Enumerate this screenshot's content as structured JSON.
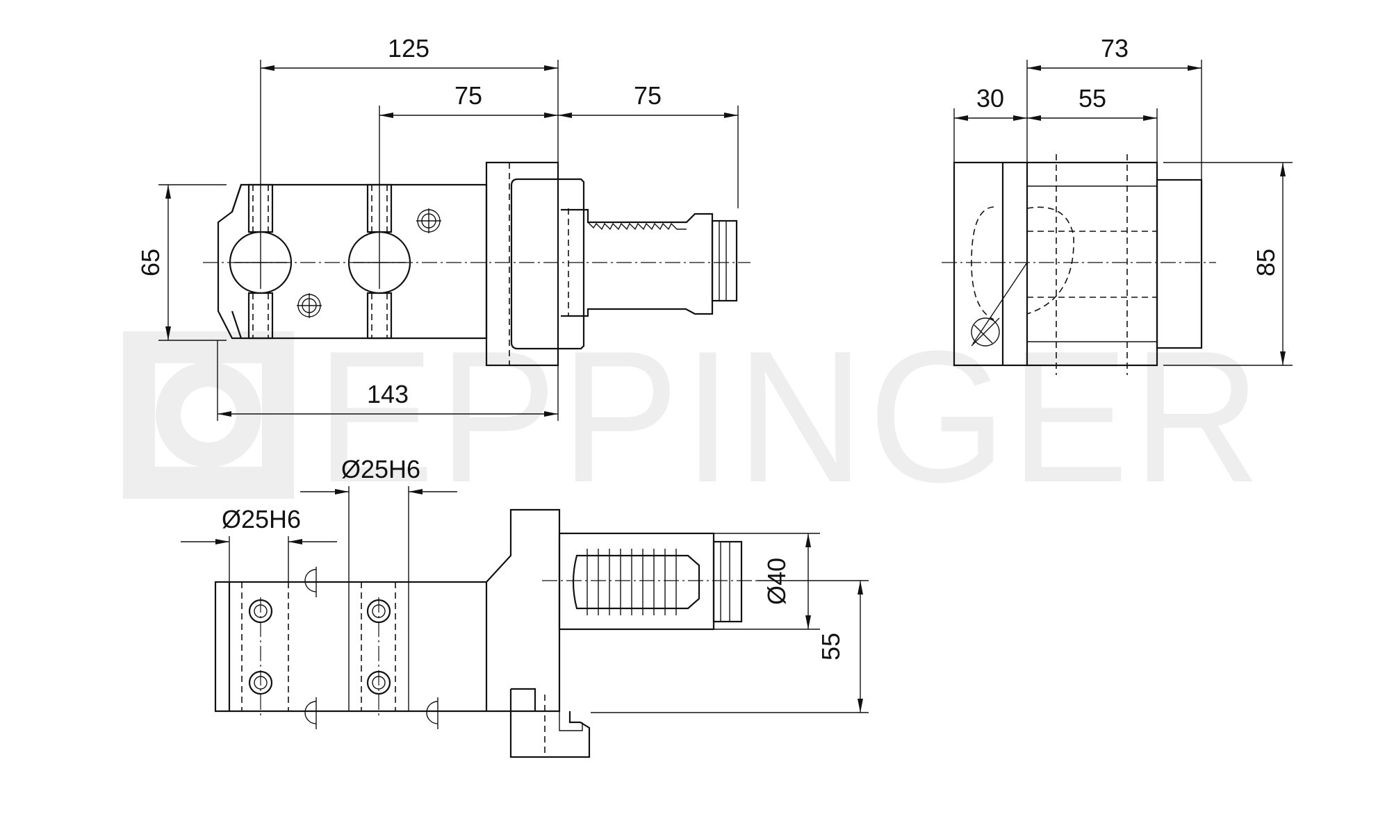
{
  "watermark": {
    "text": "EPPINGER",
    "color": "#eeeeee"
  },
  "colors": {
    "line": "#111111",
    "background": "#ffffff"
  },
  "front_view": {
    "dim_top_overall": "125",
    "dim_top_inner": "75",
    "dim_top_shank": "75",
    "dim_height": "65",
    "dim_bottom_length": "143"
  },
  "side_view": {
    "dim_top_overall": "73",
    "dim_left": "30",
    "dim_mid": "55",
    "dim_height": "85"
  },
  "bottom_view": {
    "dim_bore_left": "Ø25H6",
    "dim_bore_right": "Ø25H6",
    "dim_shank_dia": "Ø40",
    "dim_center_height": "55"
  }
}
